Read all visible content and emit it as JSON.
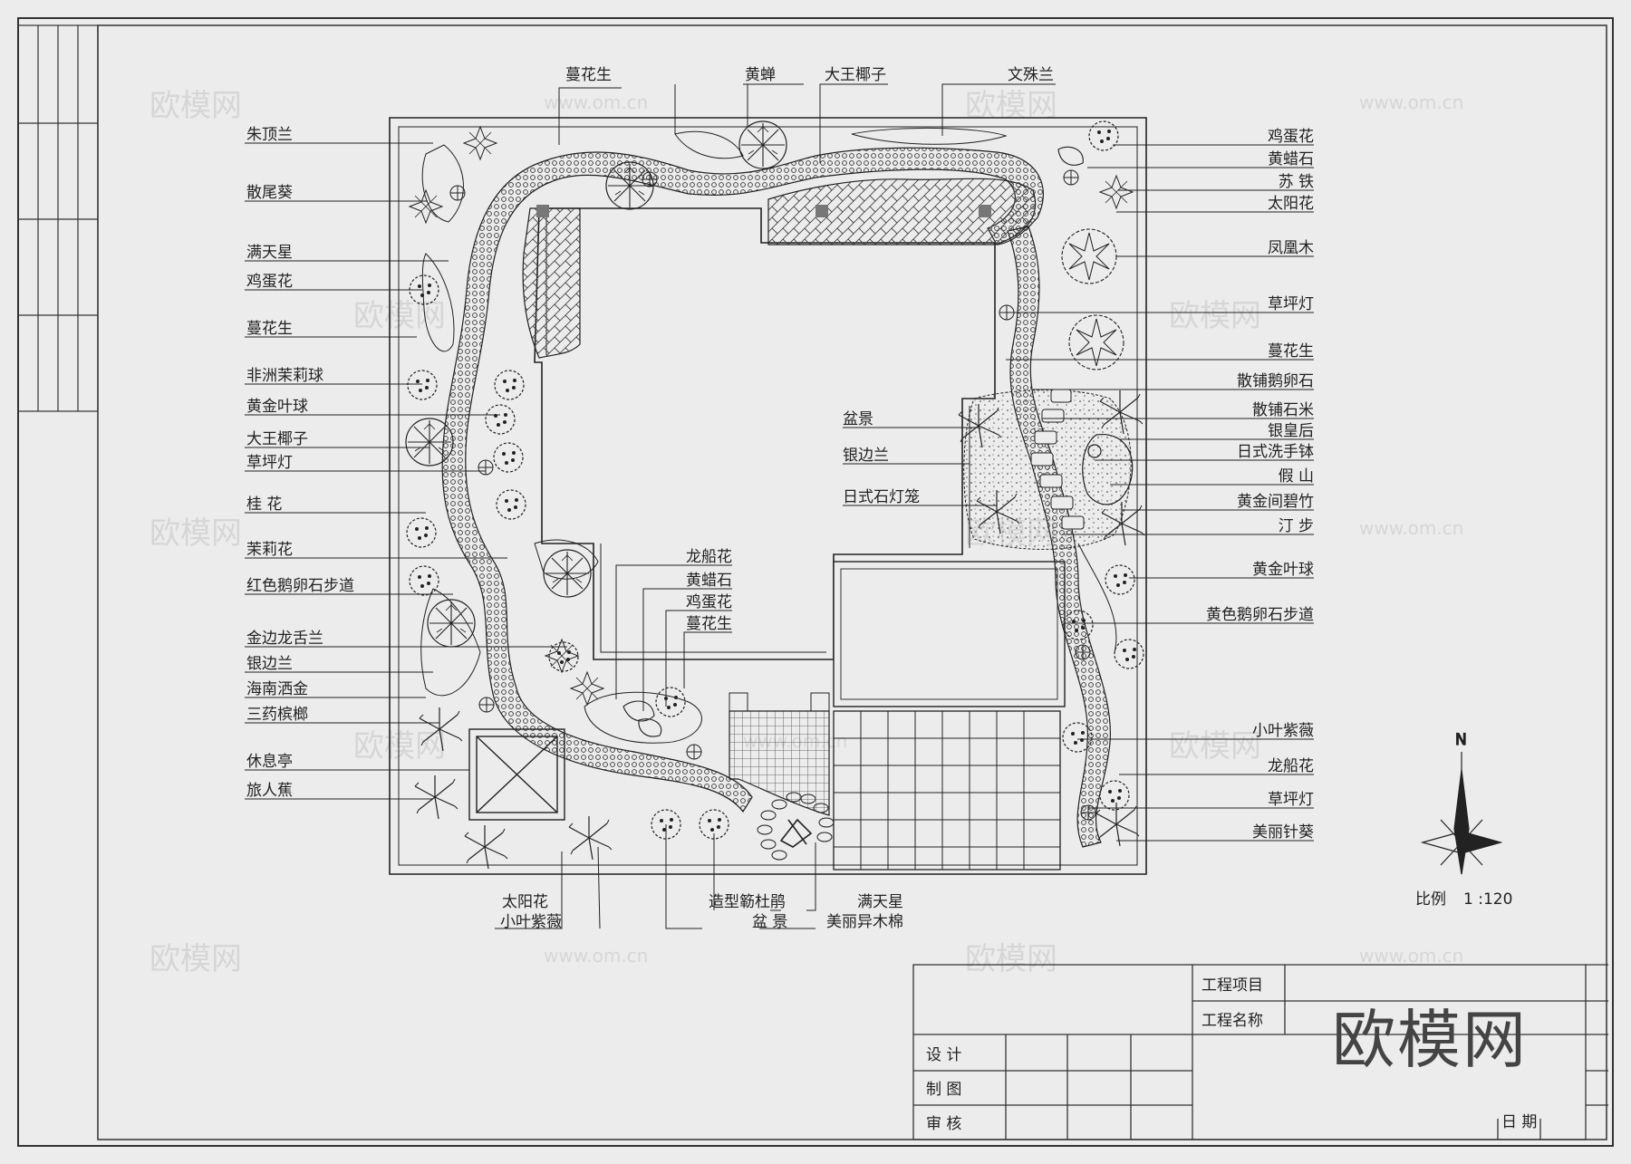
{
  "watermark": {
    "cn": "欧模网",
    "url": "www.om.cn"
  },
  "brand_logo": "欧模网",
  "left_labels": [
    "朱顶兰",
    "散尾葵",
    "满天星",
    "鸡蛋花",
    "蔓花生",
    "非洲茉莉球",
    "黄金叶球",
    "大王椰子",
    "草坪灯",
    "桂 花",
    "茉莉花",
    "红色鹅卵石步道",
    "金边龙舌兰",
    "银边兰",
    "海南洒金",
    "三药槟榔",
    "休息亭",
    "旅人蕉"
  ],
  "top_labels": [
    "蔓花生",
    "黄蝉",
    "大王椰子",
    "文殊兰"
  ],
  "right_labels": [
    "鸡蛋花",
    "黄蜡石",
    "苏 铁",
    "太阳花",
    "凤凰木",
    "草坪灯",
    "蔓花生",
    "散铺鹅卵石",
    "散铺石米",
    "银皇后",
    "日式洗手钵",
    "假 山",
    "黄金间碧竹",
    "汀 步",
    "黄金叶球",
    "黄色鹅卵石步道",
    "小叶紫薇",
    "龙船花",
    "草坪灯",
    "美丽针葵"
  ],
  "center_right_labels": [
    "盆景",
    "银边兰",
    "日式石灯笼"
  ],
  "center_labels": [
    "龙船花",
    "黄蜡石",
    "鸡蛋花",
    "蔓花生"
  ],
  "bottom_labels": [
    "太阳花",
    "小叶紫薇",
    "造型簕杜鹃",
    "盆 景",
    "满天星",
    "美丽异木棉"
  ],
  "compass": {
    "north": "N",
    "scale_label": "比例",
    "scale_value": "1 :120"
  },
  "title_block": {
    "project_item": "工程项目",
    "project_name": "工程名称",
    "design": "设 计",
    "draw": "制 图",
    "review": "审 核",
    "date": "日 期"
  }
}
